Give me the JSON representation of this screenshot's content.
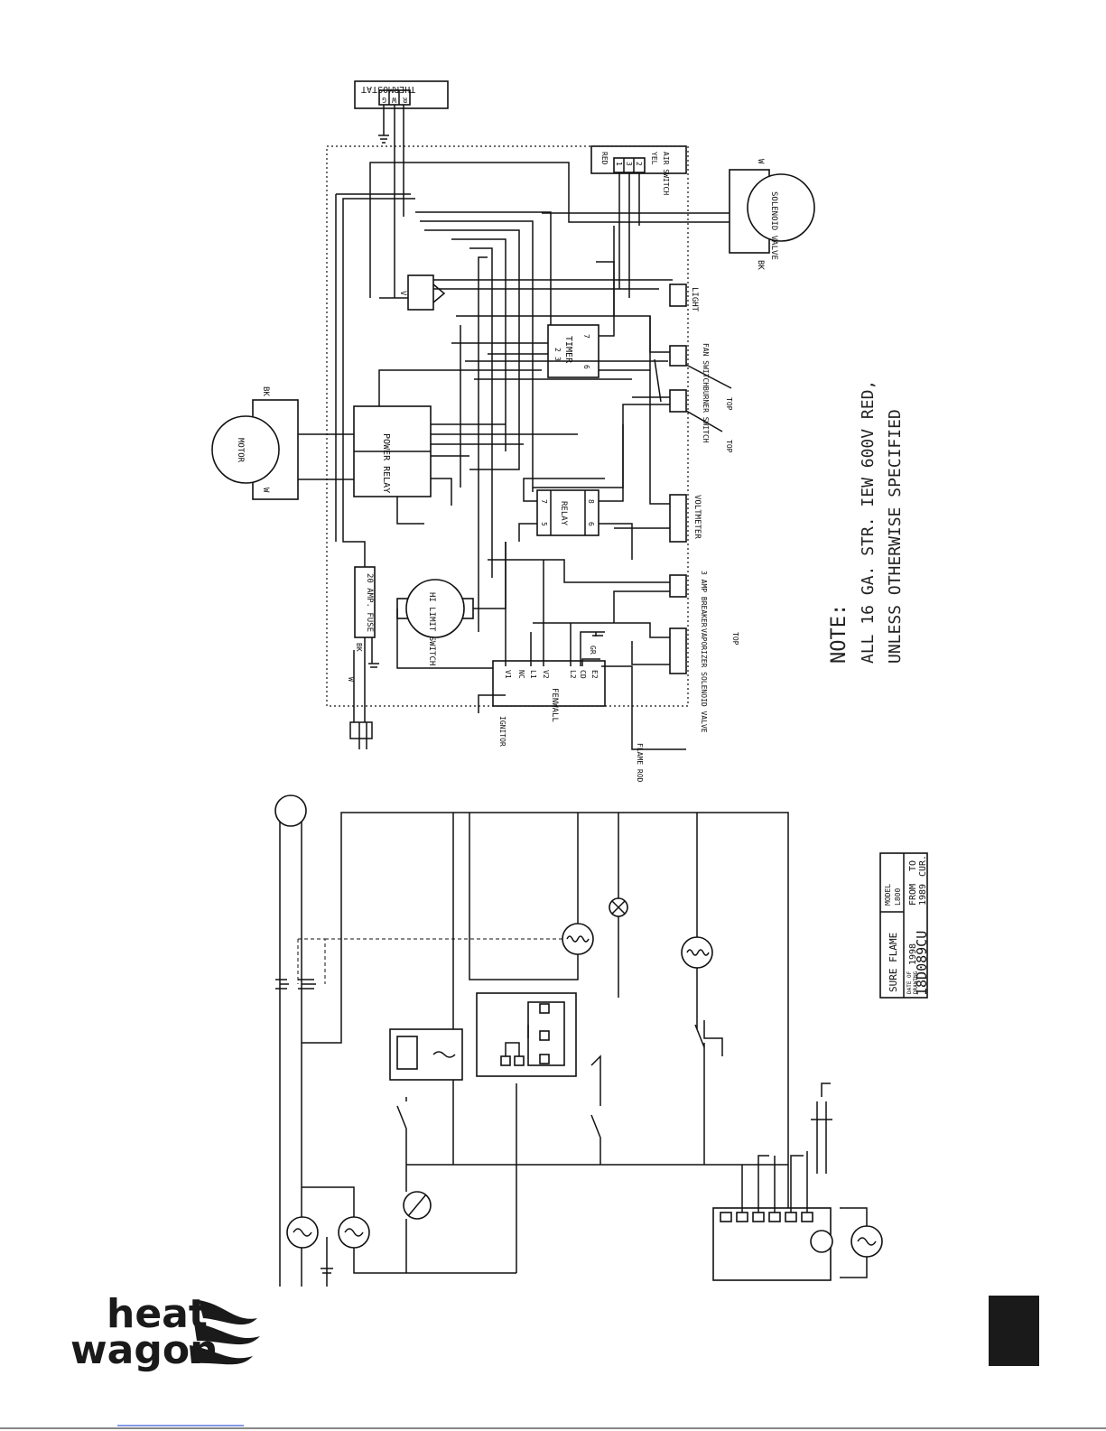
{
  "wiring": {
    "thermostat": "THERMOSTAT",
    "thermostat_terminals": [
      "G",
      "W",
      "R"
    ],
    "air_switch": "AIR SWITCH",
    "air_switch_wires": [
      "RED",
      "YEL"
    ],
    "air_switch_terminals": [
      "1",
      "3",
      "2"
    ],
    "solenoid_valve": "SOLENOID VALVE",
    "solenoid_w": "W",
    "solenoid_bk": "BK",
    "light": "LIGHT",
    "fan_switch": "FAN SWITCH",
    "burner_switch": "BURNER SWITCH",
    "top_1": "TOP",
    "top_2": "TOP",
    "top_3": "TOP",
    "timer": "TIMER",
    "timer_terminals": [
      "2",
      "3",
      "7",
      "6"
    ],
    "motor": "MOTOR",
    "motor_bk": "BK",
    "motor_w": "W",
    "power_relay": "POWER RELAY",
    "relay": "RELAY",
    "relay_terminals": [
      "7",
      "5",
      "8",
      "6"
    ],
    "voltmeter": "VOLTMETER",
    "fuse": "20 AMP. FUSE",
    "fuse_bk": "BK",
    "plug_w": "W",
    "hi_limit_switch": "HI LIMIT SWITCH",
    "breaker": "3 AMP BREAKER",
    "vaporizer_valve": "VAPORIZER SOLENOID VALVE",
    "fenwall": "FENWALL",
    "fenwall_terminals": [
      "V1",
      "NC",
      "L1",
      "V2",
      "L2",
      "CD",
      "E2"
    ],
    "fenwall_gr": "GR",
    "ignitor": "IGNITOR",
    "flame_rod": "FLAME ROD",
    "selector_letter": "V"
  },
  "note": {
    "title": "NOTE:",
    "line1": "ALL 16 GA. STR. IEW 600V RED,",
    "line2": "UNLESS OTHERWISE SPECIFIED"
  },
  "title_block": {
    "product": "SURE FLAME",
    "model_label": "MODEL",
    "model_value": "L800",
    "date_label": "DATE OF",
    "drawing_label": "DRAWING",
    "date_value": "1998",
    "from_label": "FROM",
    "to_label": "TO",
    "from_value": "1989",
    "to_value": "CUR.",
    "drawing_number": "18D089CU"
  },
  "logo": {
    "line1": "heat",
    "line2": "wagon"
  }
}
